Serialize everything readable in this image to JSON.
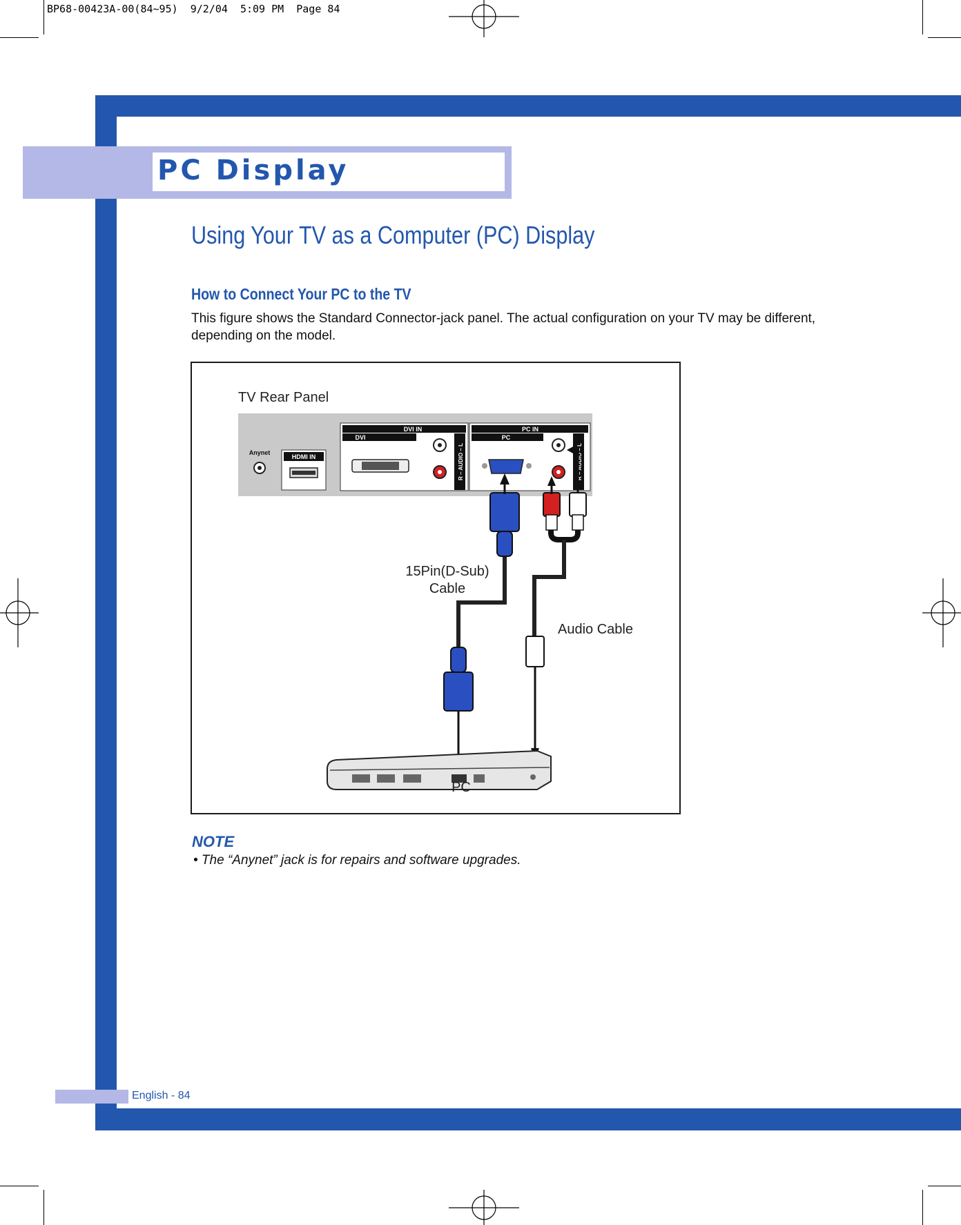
{
  "print_meta": "BP68-00423A-00(84~95)  9/2/04  5:09 PM  Page 84",
  "section_title": "PC Display",
  "page_heading": "Using Your TV as a Computer (PC) Display",
  "sub_heading": "How to Connect Your PC to the TV",
  "intro_text": "This figure shows the Standard Connector-jack panel. The actual configuration on your TV may be different, depending on the model.",
  "diagram": {
    "tv_rear_panel_label": "TV Rear Panel",
    "panel": {
      "anynet_label": "Anynet",
      "hdmi_label": "HDMI IN",
      "dvi_in_label": "DVI IN",
      "dvi_label": "DVI",
      "pc_in_label": "PC IN",
      "pc_label": "PC",
      "audio_label": "R – AUDIO – L"
    },
    "vga_cable_label_line1": "15Pin(D-Sub)",
    "vga_cable_label_line2": "Cable",
    "audio_cable_label": "Audio Cable",
    "pc_label": "PC"
  },
  "note": {
    "heading": "NOTE",
    "items": [
      "•  The “Anynet” jack is for repairs and software upgrades."
    ]
  },
  "footer": {
    "page_label": "English - 84"
  },
  "colors": {
    "accent": "#2357ad",
    "accent_light": "#b3b8e6",
    "connector_blue": "#2a4fc0",
    "plug_red": "#d42020"
  }
}
